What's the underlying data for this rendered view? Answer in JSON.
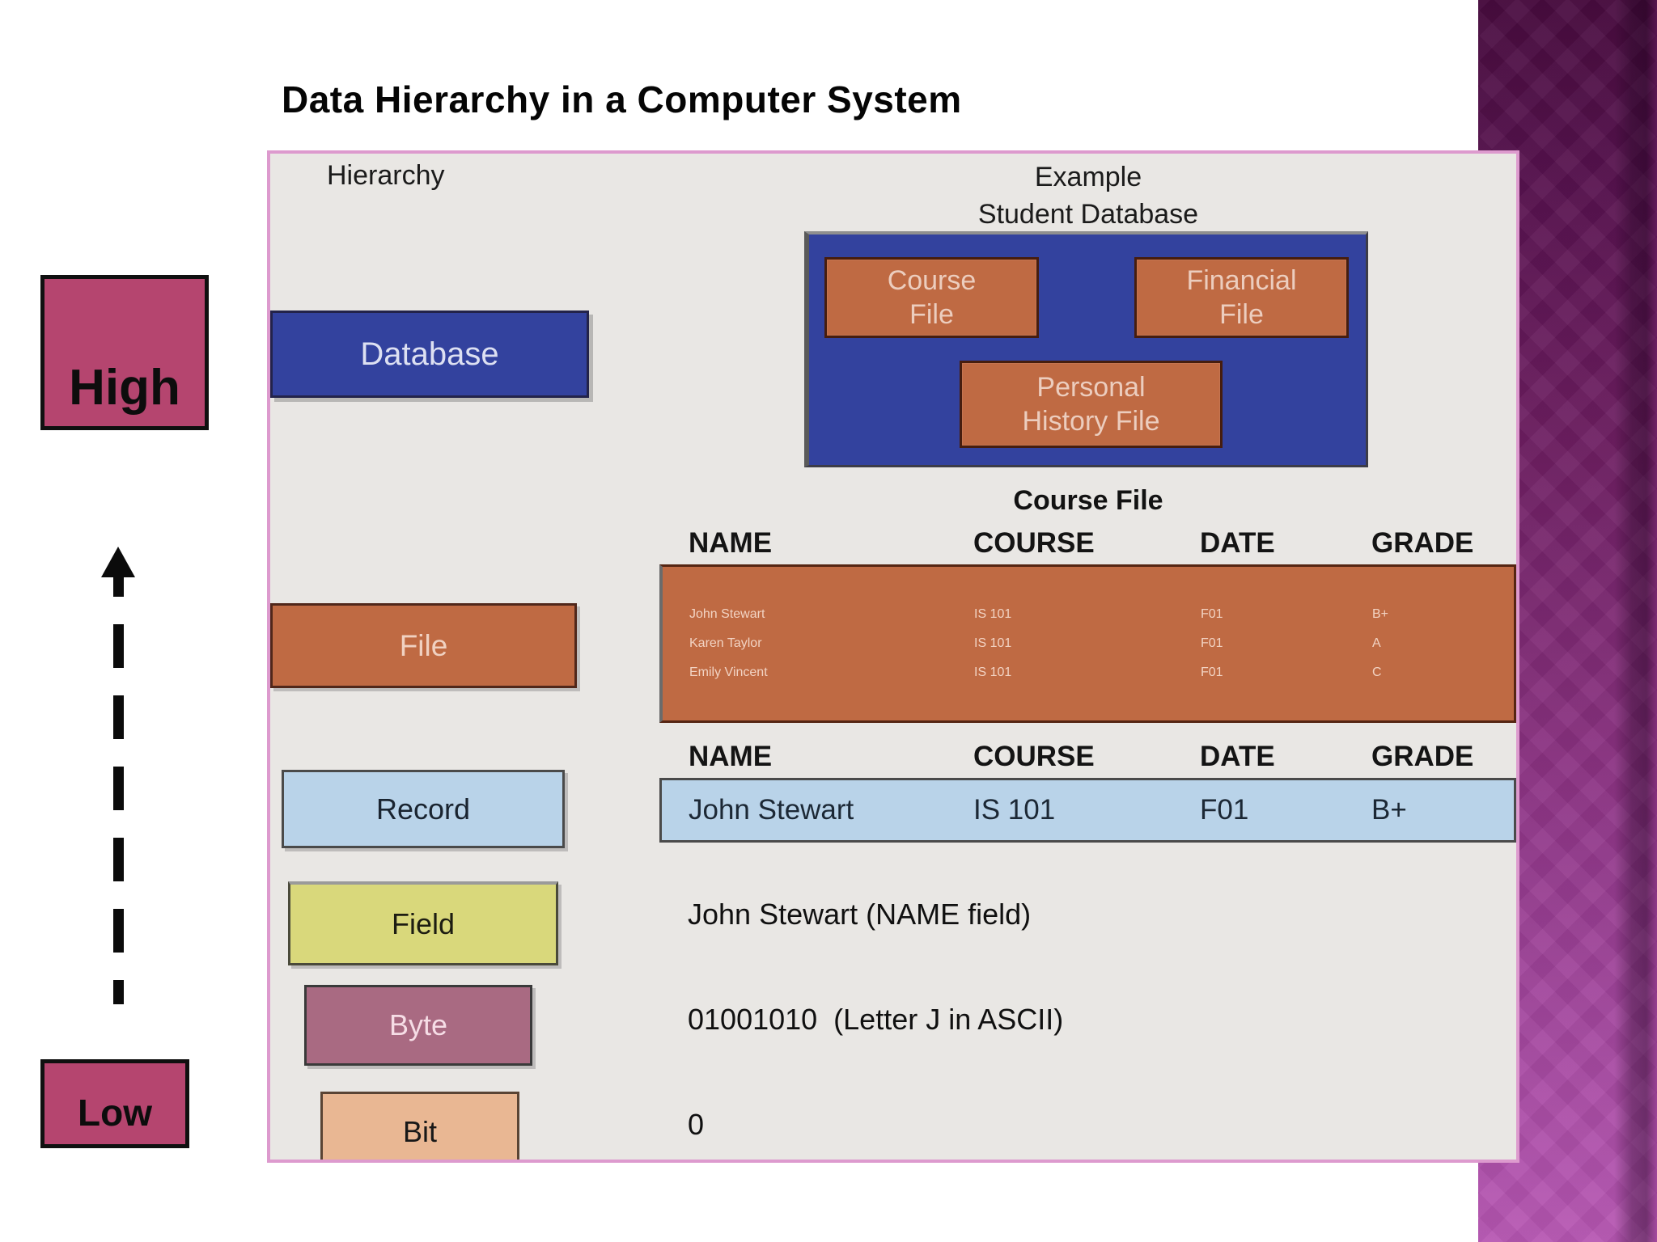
{
  "slide": {
    "title": "Data Hierarchy in a Computer System"
  },
  "left_rail": {
    "high": "High",
    "low": "Low"
  },
  "panel": {
    "hierarchy_heading": "Hierarchy",
    "example_heading": [
      "Example",
      "Student Database"
    ],
    "levels": {
      "database": "Database",
      "file": "File",
      "record": "Record",
      "field": "Field",
      "byte": "Byte",
      "bit": "Bit"
    },
    "student_database": {
      "course_file": [
        "Course",
        "File"
      ],
      "financial_file": [
        "Financial",
        "File"
      ],
      "personal_history_file": [
        "Personal",
        "History File"
      ]
    },
    "course_file_table": {
      "caption": "Course File",
      "headers": [
        "NAME",
        "COURSE",
        "DATE",
        "GRADE"
      ],
      "rows": [
        [
          "John Stewart",
          "IS 101",
          "F01",
          "B+"
        ],
        [
          "Karen Taylor",
          "IS 101",
          "F01",
          "A"
        ],
        [
          "Emily Vincent",
          "IS 101",
          "F01",
          "C"
        ]
      ]
    },
    "record_table": {
      "headers": [
        "NAME",
        "COURSE",
        "DATE",
        "GRADE"
      ],
      "row": [
        "John Stewart",
        "IS 101",
        "F01",
        "B+"
      ]
    },
    "examples": {
      "field": "John Stewart (NAME field)",
      "byte": "01001010  (Letter J in ASCII)",
      "bit": "0"
    }
  },
  "colors": {
    "accent_orange": "#bf6a43",
    "accent_blue": "#33429e",
    "record_blue": "#b9d3e9",
    "field_yellow": "#d9d87b",
    "byte_mauve": "#a96a82",
    "bit_peach": "#e9b793",
    "rail_pink": "#b5456f",
    "panel_border_pink": "#dd9ace",
    "panel_bg": "#e9e7e4",
    "sidebar_purple_top": "#480b3f",
    "sidebar_purple_bottom": "#b757b3"
  }
}
